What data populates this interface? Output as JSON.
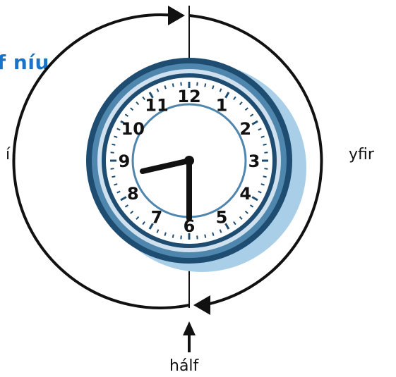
{
  "title": "f níu",
  "labels": {
    "left": "í",
    "right": "yfir",
    "bottom": "hálf"
  },
  "clock": {
    "numbers": [
      "12",
      "1",
      "2",
      "3",
      "4",
      "5",
      "6",
      "7",
      "8",
      "9",
      "10",
      "11"
    ],
    "time_shown": "8:30"
  },
  "colors": {
    "title": "#1a73c8",
    "frame_dark": "#1f4d72",
    "frame_mid": "#4f86ad",
    "frame_light": "#cfe0ee",
    "shadow": "#a9cfe8",
    "hands": "#111111"
  }
}
